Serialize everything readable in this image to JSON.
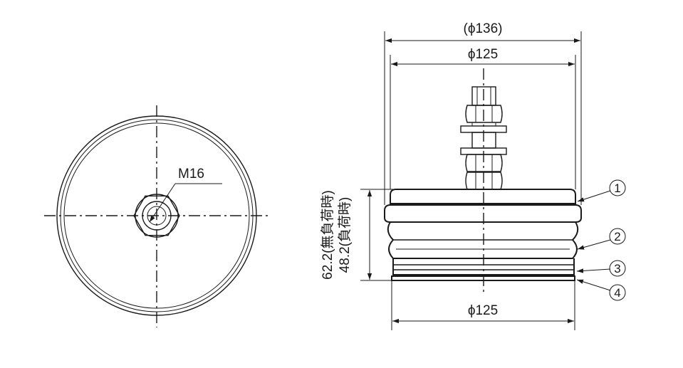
{
  "thread_label": "M16",
  "dim_outer_diameter": "(ϕ136)",
  "dim_top_diameter": "ϕ125",
  "dim_bottom_diameter": "ϕ125",
  "dim_height_unloaded": "62.2(無負荷時)",
  "dim_height_loaded": "48.2(負荷時)",
  "part_callouts": [
    "1",
    "2",
    "3",
    "4"
  ]
}
